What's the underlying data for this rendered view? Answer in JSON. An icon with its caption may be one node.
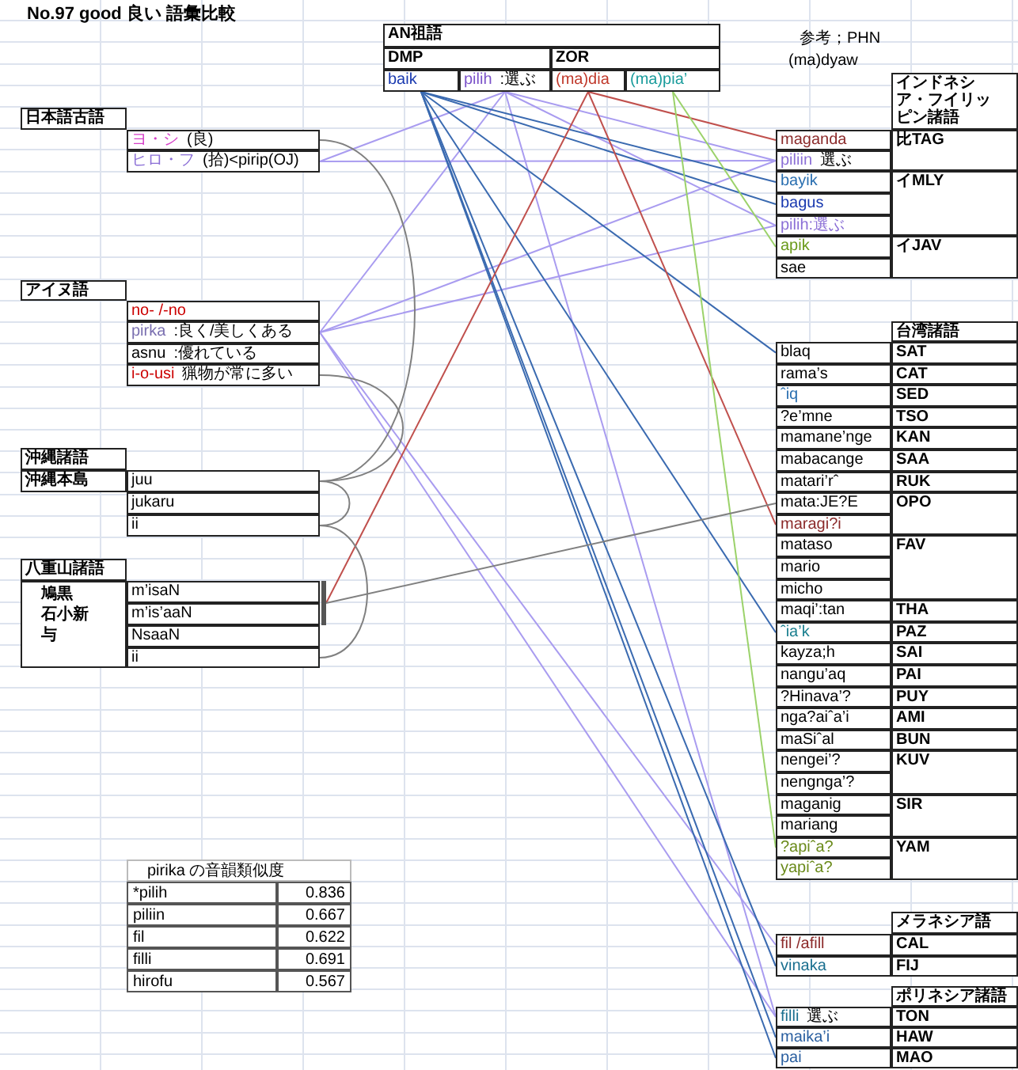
{
  "diagram": {
    "nodes": [
      {
        "text": [
          "AN祖語"
        ]
      },
      {
        "text": [
          "DMP"
        ]
      },
      {
        "text": [
          "ZOR"
        ]
      },
      {
        "text": [
          "baik"
        ]
      },
      {
        "text": [
          "pilih",
          ":選ぶ"
        ]
      },
      {
        "text": [
          "(ma)dia"
        ]
      },
      {
        "text": [
          "(ma)pia’"
        ]
      },
      {
        "text": [
          "日本語古語"
        ]
      },
      {
        "text": [
          "ヨ・シ",
          "(良)"
        ]
      },
      {
        "text": [
          "ヒロ・フ",
          "(拾)<pirip(OJ)"
        ]
      },
      {
        "text": [
          "アイヌ語"
        ]
      },
      {
        "text": [
          "no- /-no"
        ]
      },
      {
        "text": [
          "pirka",
          ":良く/美しくある"
        ]
      },
      {
        "text": [
          "asnu",
          ":優れている"
        ]
      },
      {
        "text": [
          "i-o-usi",
          "猟物が常に多い"
        ]
      },
      {
        "text": [
          "沖縄諸語"
        ]
      },
      {
        "text": [
          "沖縄本島"
        ]
      },
      {
        "text": [
          "juu"
        ]
      },
      {
        "text": [
          "jukaru"
        ]
      },
      {
        "text": [
          "ii"
        ]
      },
      {
        "text": [
          "八重山諸語"
        ]
      },
      {
        "text": [
          "鳩黒",
          "石小新",
          "与"
        ]
      },
      {
        "text": [
          "m’isaN"
        ]
      },
      {
        "text": [
          "m’is’aaN"
        ]
      },
      {
        "text": [
          "NsaaN"
        ]
      },
      {
        "text": [
          "ii"
        ]
      },
      {
        "text": [
          "インドネシア・フイリッピン諸語"
        ]
      },
      {
        "text": [
          "maganda"
        ]
      },
      {
        "text": [
          "比TAG"
        ]
      },
      {
        "text": [
          "piliin",
          "選ぶ"
        ]
      },
      {
        "text": [
          "bayik"
        ]
      },
      {
        "text": [
          "イMLY"
        ]
      },
      {
        "text": [
          "bagus"
        ]
      },
      {
        "text": [
          "pilih:選ぶ"
        ]
      },
      {
        "text": [
          "apik"
        ]
      },
      {
        "text": [
          "イJAV"
        ]
      },
      {
        "text": [
          "sae"
        ]
      },
      {
        "text": [
          "台湾諸語"
        ]
      },
      {
        "text": [
          "blaq"
        ]
      },
      {
        "text": [
          "SAT"
        ]
      },
      {
        "text": [
          "rama’s"
        ]
      },
      {
        "text": [
          "CAT"
        ]
      },
      {
        "text": [
          "ˆiq"
        ]
      },
      {
        "text": [
          "SED"
        ]
      },
      {
        "text": [
          "?e’mne"
        ]
      },
      {
        "text": [
          "TSO"
        ]
      },
      {
        "text": [
          "mamane’nge"
        ]
      },
      {
        "text": [
          "KAN"
        ]
      },
      {
        "text": [
          "mabacange"
        ]
      },
      {
        "text": [
          "SAA"
        ]
      },
      {
        "text": [
          "matari’rˆ"
        ]
      },
      {
        "text": [
          "RUK"
        ]
      },
      {
        "text": [
          "mata:JE?E"
        ]
      },
      {
        "text": [
          "OPO"
        ]
      },
      {
        "text": [
          "maragi?i"
        ]
      },
      {
        "text": [
          "mataso"
        ]
      },
      {
        "text": [
          "FAV"
        ]
      },
      {
        "text": [
          "mario"
        ]
      },
      {
        "text": [
          "micho"
        ]
      },
      {
        "text": [
          "maqi’:tan"
        ]
      },
      {
        "text": [
          "THA"
        ]
      },
      {
        "text": [
          "ˆia’k"
        ]
      },
      {
        "text": [
          "PAZ"
        ]
      },
      {
        "text": [
          "kayza;h"
        ]
      },
      {
        "text": [
          "SAI"
        ]
      },
      {
        "text": [
          "nangu’aq"
        ]
      },
      {
        "text": [
          "PAI"
        ]
      },
      {
        "text": [
          "?Hinava’?"
        ]
      },
      {
        "text": [
          "PUY"
        ]
      },
      {
        "text": [
          "nga?aiˆa’i"
        ]
      },
      {
        "text": [
          "AMI"
        ]
      },
      {
        "text": [
          "maSiˆal"
        ]
      },
      {
        "text": [
          "BUN"
        ]
      },
      {
        "text": [
          "nengei’?"
        ]
      },
      {
        "text": [
          "KUV"
        ]
      },
      {
        "text": [
          "nengnga’?"
        ]
      },
      {
        "text": [
          "maganig"
        ]
      },
      {
        "text": [
          "SIR"
        ]
      },
      {
        "text": [
          "mariang"
        ]
      },
      {
        "text": [
          "?apiˆa?"
        ]
      },
      {
        "text": [
          "YAM"
        ]
      },
      {
        "text": [
          "yapiˆa?"
        ]
      },
      {
        "text": [
          "メラネシア語"
        ]
      },
      {
        "text": [
          "fil /afill"
        ]
      },
      {
        "text": [
          "CAL"
        ]
      },
      {
        "text": [
          "vinaka"
        ]
      },
      {
        "text": [
          "FIJ"
        ]
      },
      {
        "text": [
          "ポリネシア諸語"
        ]
      },
      {
        "text": [
          "filli",
          "選ぶ"
        ]
      },
      {
        "text": [
          "TON"
        ]
      },
      {
        "text": [
          "maika’i"
        ]
      },
      {
        "text": [
          "HAW"
        ]
      },
      {
        "text": [
          "pai"
        ]
      },
      {
        "text": [
          "MAO"
        ]
      },
      {
        "text": [],
        "shape": "bar"
      }
    ],
    "edges": [
      {
        "from": 4,
        "to": 9,
        "arrow": "none"
      },
      {
        "from": 4,
        "to": 12,
        "arrow": "none"
      },
      {
        "from": 4,
        "to": 29,
        "arrow": "none"
      },
      {
        "from": 4,
        "to": 33,
        "arrow": "none"
      },
      {
        "from": 4,
        "to": 88,
        "arrow": "none"
      },
      {
        "from": 12,
        "to": 29,
        "arrow": "none"
      },
      {
        "from": 12,
        "to": 33,
        "arrow": "none"
      },
      {
        "from": 12,
        "to": 83,
        "arrow": "none"
      },
      {
        "from": 12,
        "to": 88,
        "arrow": "none"
      },
      {
        "from": 9,
        "to": 29,
        "arrow": "none"
      },
      {
        "from": 3,
        "to": 30,
        "arrow": "none",
        "color": "#3a6ab0"
      },
      {
        "from": 3,
        "to": 32,
        "arrow": "none",
        "color": "#3a6ab0"
      },
      {
        "from": 3,
        "to": 38,
        "arrow": "none",
        "color": "#3a6ab0"
      },
      {
        "from": 3,
        "to": 61,
        "arrow": "none",
        "color": "#3a6ab0"
      },
      {
        "from": 3,
        "to": 85,
        "arrow": "none",
        "color": "#3a6ab0"
      },
      {
        "from": 3,
        "to": 90,
        "arrow": "none",
        "color": "#3a6ab0"
      },
      {
        "from": 3,
        "to": 92,
        "arrow": "none",
        "color": "#3a6ab0"
      },
      {
        "from": 5,
        "to": 27,
        "arrow": "none",
        "color": "#c0504d"
      },
      {
        "from": 5,
        "to": 54,
        "arrow": "none",
        "color": "#c0504d"
      },
      {
        "from": 5,
        "to": 94,
        "arrow": "none",
        "color": "#c0504d"
      },
      {
        "from": 6,
        "to": 34,
        "arrow": "none",
        "color": "#9bd26a"
      },
      {
        "from": 6,
        "to": 79,
        "arrow": "none",
        "color": "#9bd26a"
      },
      {
        "from": 8,
        "to": 17,
        "arrow": "none",
        "color": "#808080"
      },
      {
        "from": 14,
        "to": 17,
        "arrow": "none",
        "color": "#808080"
      },
      {
        "from": 17,
        "to": 19,
        "arrow": "none",
        "color": "#808080"
      },
      {
        "from": 19,
        "to": 25,
        "arrow": "none",
        "color": "#808080"
      },
      {
        "from": 94,
        "to": 52,
        "arrow": "none",
        "color": "#808080"
      }
    ],
    "labels": [
      "No.97 good 良い 語彙比較",
      "参考；PHN",
      "(ma)dyaw",
      "pirika の音韻類似度",
      "*pilih",
      "0.836",
      "piliin",
      "0.667",
      "fil",
      "0.622",
      "filli",
      "0.691",
      "hirofu",
      "0.567"
    ]
  }
}
